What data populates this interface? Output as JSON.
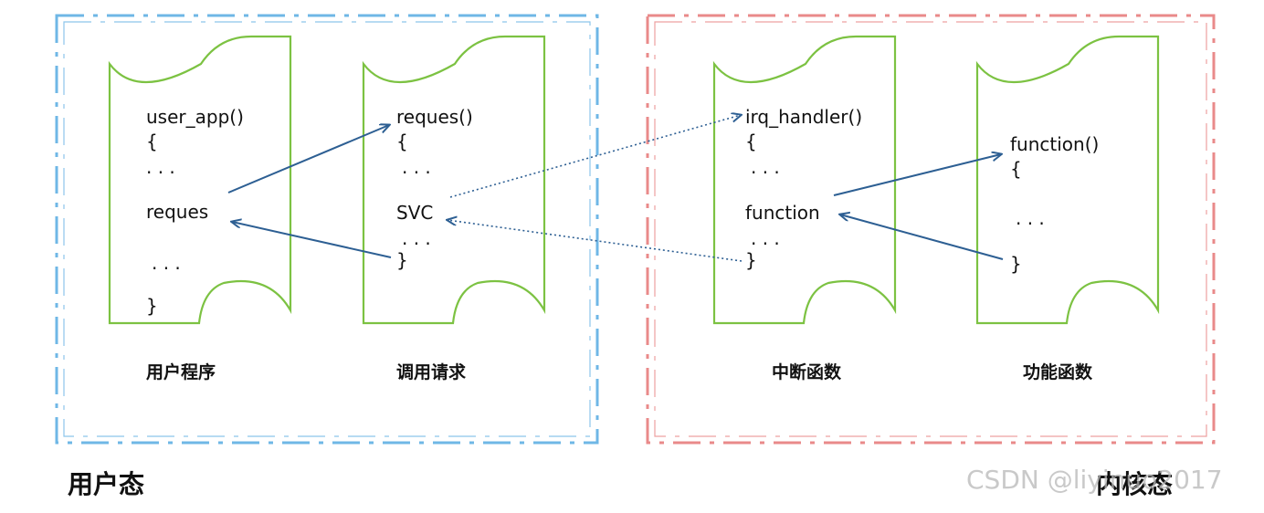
{
  "regions": {
    "user": {
      "title": "用户态",
      "border_color": "#6fb7e6"
    },
    "kernel": {
      "title": "内核态",
      "border_color": "#e98a8a"
    }
  },
  "scrolls": [
    {
      "caption": "用户程序",
      "lines": [
        "user_app()",
        "{",
        ". . .",
        "reques",
        ". . .",
        "}"
      ]
    },
    {
      "caption": "调用请求",
      "lines": [
        "reques()",
        "{",
        ". . .",
        "SVC",
        ". . .",
        "}"
      ]
    },
    {
      "caption": "中断函数",
      "lines": [
        "irq_handler()",
        "{",
        ". . .",
        "function",
        ". . .",
        "}"
      ]
    },
    {
      "caption": "功能函数",
      "lines": [
        "function()",
        "{",
        ". . .",
        "}"
      ]
    }
  ],
  "colors": {
    "scroll_border": "#7cc242",
    "arrow": "#2d5f93"
  },
  "watermark": "CSDN @liyinuo2017"
}
